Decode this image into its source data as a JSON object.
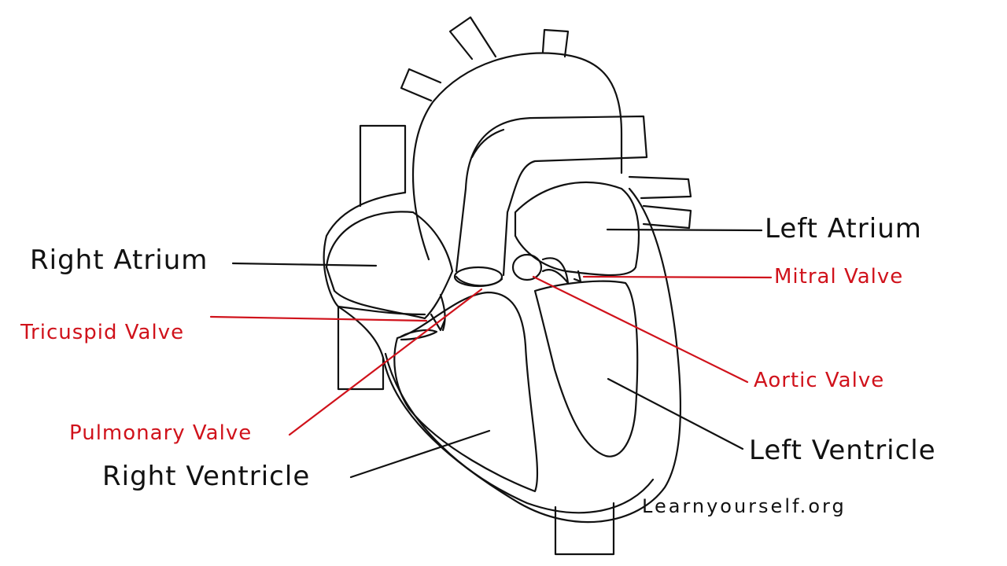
{
  "colors": {
    "outline": "#111111",
    "valve_label": "#d0121b",
    "chamber_label": "#111111"
  },
  "labels": {
    "right_atrium": "Right Atrium",
    "left_atrium": "Left Atrium",
    "mitral_valve": "Mitral Valve",
    "tricuspid_valve": "Tricuspid Valve",
    "aortic_valve": "Aortic Valve",
    "pulmonary_valve": "Pulmonary Valve",
    "right_ventricle": "Right Ventricle",
    "left_ventricle": "Left Ventricle"
  },
  "credit": "Learnyourself.org"
}
